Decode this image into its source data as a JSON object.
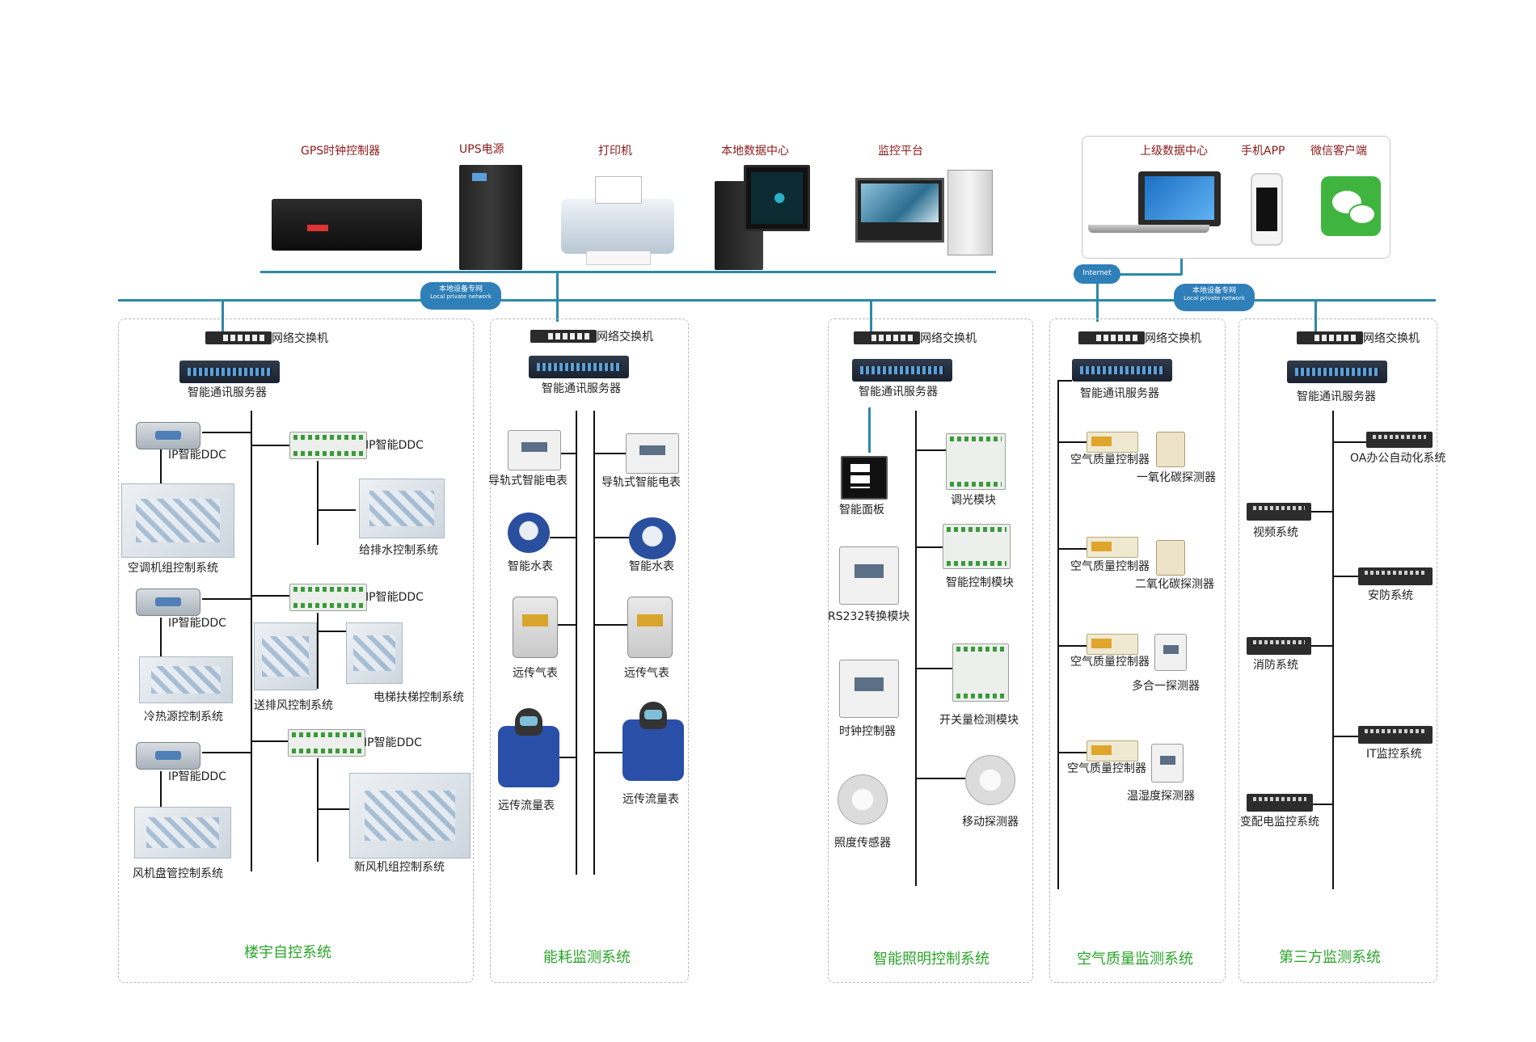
{
  "top_devices": {
    "gps": "GPS时钟控制器",
    "ups": "UPS电源",
    "printer": "打印机",
    "local_data_center": "本地数据中心",
    "monitor_platform": "监控平台",
    "upper_data_center": "上级数据中心",
    "mobile_app": "手机APP",
    "wechat_client": "微信客户端"
  },
  "network": {
    "private_net_cn": "本地设备专网",
    "private_net_en": "Local private network",
    "internet": "Internet"
  },
  "common": {
    "switch": "网络交换机",
    "comm_server": "智能通讯服务器"
  },
  "building_automation": {
    "title": "楼宇自控系统",
    "ddc": "IP智能DDC",
    "ac_unit": "空调机组控制系统",
    "water_supply": "给排水控制系统",
    "cold_heat_source": "冷热源控制系统",
    "ventilation": "送排风控制系统",
    "elevator": "电梯扶梯控制系统",
    "fan_coil": "风机盘管控制系统",
    "fresh_air": "新风机组控制系统"
  },
  "energy": {
    "title": "能耗监测系统",
    "rail_meter": "导轨式智能电表",
    "water_meter": "智能水表",
    "gas_meter": "远传气表",
    "flow_meter": "远传流量表"
  },
  "lighting": {
    "title": "智能照明控制系统",
    "smart_panel": "智能面板",
    "dimming": "调光模块",
    "smart_control": "智能控制模块",
    "rs232": "RS232转换模块",
    "clock_controller": "时钟控制器",
    "switch_detect": "开关量检测模块",
    "illuminance": "照度传感器",
    "motion": "移动探测器"
  },
  "air_quality": {
    "title": "空气质量监测系统",
    "aq_controller": "空气质量控制器",
    "co_detector": "一氧化碳探测器",
    "co2_detector": "二氧化碳探测器",
    "multi_detector": "多合一探测器",
    "temp_humidity": "温湿度探测器"
  },
  "third_party": {
    "title": "第三方监测系统",
    "oa": "OA办公自动化系统",
    "video": "视频系统",
    "security": "安防系统",
    "fire": "消防系统",
    "it_monitor": "IT监控系统",
    "substation": "变配电监控系统"
  },
  "colors": {
    "bus_line": "#2b8aa6",
    "title_green": "#2aa52a",
    "top_label_red": "#8b1a1a",
    "badge_blue": "#2f7fb8"
  }
}
